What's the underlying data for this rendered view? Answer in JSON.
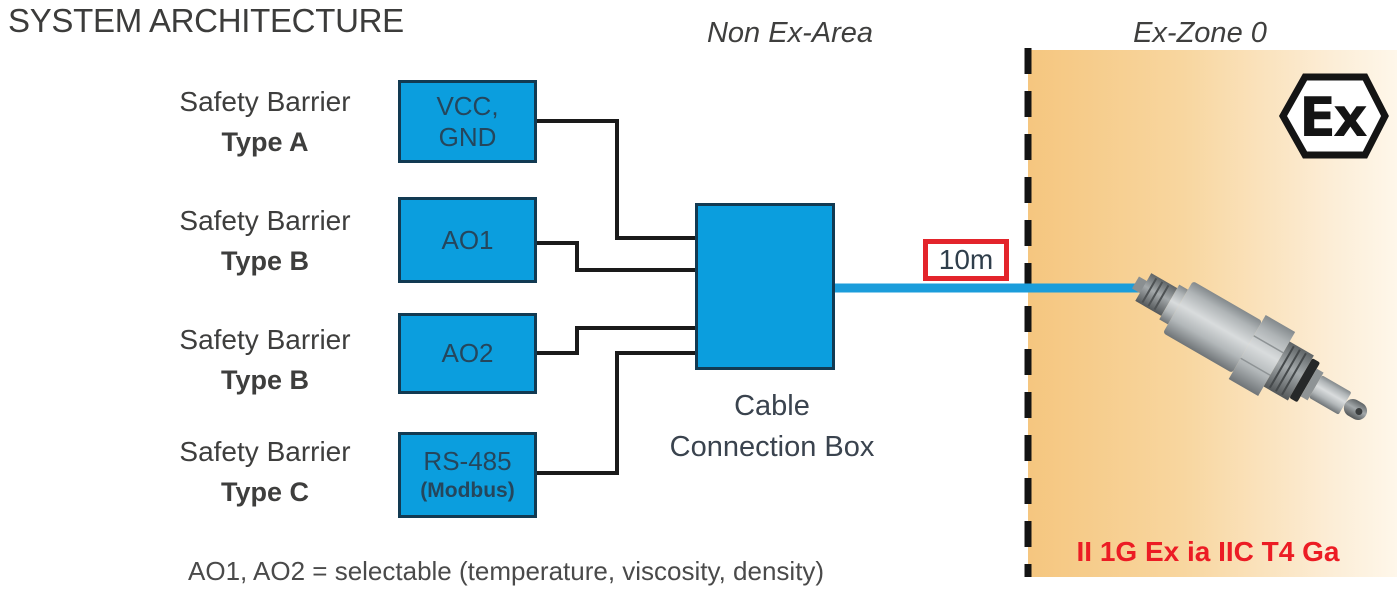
{
  "title": "SYSTEM ARCHITECTURE",
  "areas": {
    "non_ex": {
      "label": "Non Ex-Area"
    },
    "ex_zone": {
      "label": "Ex-Zone 0",
      "logo_text": "Ex",
      "certification": "II 1G Ex ia IIC T4 Ga"
    }
  },
  "barriers": [
    {
      "name": "Safety Barrier",
      "type": "Type A",
      "box_line1": "VCC,",
      "box_line2": "GND"
    },
    {
      "name": "Safety Barrier",
      "type": "Type B",
      "box_line1": "AO1",
      "box_line2": ""
    },
    {
      "name": "Safety Barrier",
      "type": "Type B",
      "box_line1": "AO2",
      "box_line2": ""
    },
    {
      "name": "Safety Barrier",
      "type": "Type C",
      "box_line1": "RS-485",
      "box_line2": "(Modbus)"
    }
  ],
  "connection_box": {
    "label_line1": "Cable",
    "label_line2": "Connection Box"
  },
  "cable": {
    "length_label": "10m"
  },
  "footnote": "AO1, AO2  = selectable (temperature, viscosity, density)",
  "colors": {
    "box_fill": "#0B9EDE",
    "box_border": "#123A52",
    "cable_blue": "#1B9DDB",
    "wire_black": "#1A1A1A",
    "zone_gradient_start": "#F5C67F",
    "zone_gradient_end": "#FEF7EA",
    "length_badge_border": "#E3242B",
    "certification_red": "#EC1C24",
    "text_dark": "#3C3C3B"
  }
}
